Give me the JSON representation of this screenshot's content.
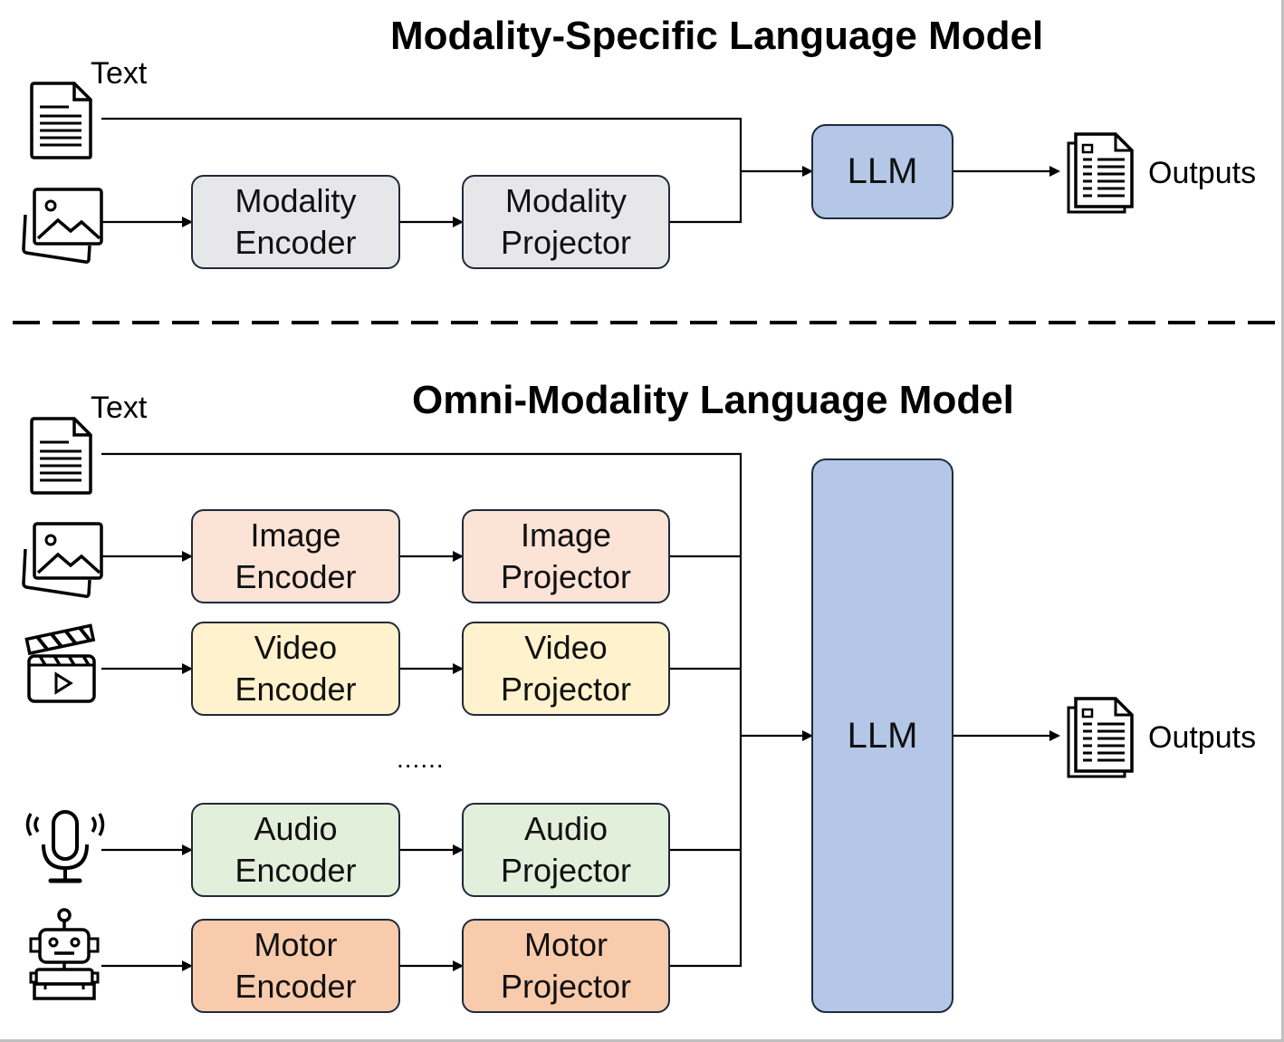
{
  "top": {
    "title": "Modality-Specific Language Model",
    "text_label": "Text",
    "encoder": [
      "Modality",
      "Encoder"
    ],
    "projector": [
      "Modality",
      "Projector"
    ],
    "llm": "LLM",
    "outputs": "Outputs"
  },
  "bottom": {
    "title": "Omni-Modality Language Model",
    "text_label": "Text",
    "rows": [
      {
        "encoder": [
          "Image",
          "Encoder"
        ],
        "projector": [
          "Image",
          "Projector"
        ],
        "color": "#fbe3d6"
      },
      {
        "encoder": [
          "Video",
          "Encoder"
        ],
        "projector": [
          "Video",
          "Projector"
        ],
        "color": "#fff2cc"
      },
      {
        "encoder": [
          "Audio",
          "Encoder"
        ],
        "projector": [
          "Audio",
          "Projector"
        ],
        "color": "#e2efda"
      },
      {
        "encoder": [
          "Motor",
          "Encoder"
        ],
        "projector": [
          "Motor",
          "Projector"
        ],
        "color": "#f8cbad"
      }
    ],
    "ellipsis": "......",
    "llm": "LLM",
    "outputs": "Outputs"
  },
  "colors": {
    "modality_box": "#e7e7e9",
    "llm_fill": "#b4c7e7",
    "border": "#1f2a3c"
  },
  "icons": [
    "document-icon",
    "image-icon",
    "video-clapper-icon",
    "microphone-icon",
    "robot-icon",
    "outputs-document-icon"
  ]
}
